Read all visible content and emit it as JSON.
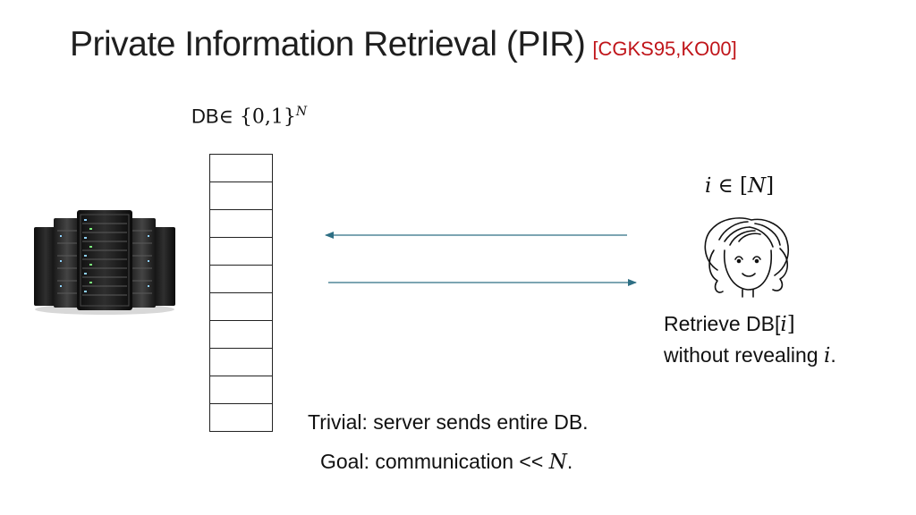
{
  "title": {
    "main": "Private Information Retrieval (PIR)",
    "citation": "[CGKS95,KO00]"
  },
  "db_label": {
    "prefix": "DB",
    "in_symbol": "∈",
    "set": " {0,1}",
    "exponent": "N"
  },
  "db_cells": 10,
  "client": {
    "index_var": "i",
    "index_rest": " ∈ [",
    "index_N": "N",
    "index_close": "]",
    "retrieve_text": "Retrieve DB[",
    "retrieve_var": "i",
    "retrieve_close": "]",
    "without_text": "without revealing ",
    "without_var": "i",
    "without_end": "."
  },
  "notes": {
    "trivial": "Trivial: server sends entire DB.",
    "goal_text": "Goal: communication << ",
    "goal_var": "N",
    "goal_end": "."
  },
  "colors": {
    "title": "#1f1f1f",
    "citation": "#c0151a",
    "arrow": "#2e6f84"
  },
  "icons": {
    "server": "server-rack-icon",
    "client": "girl-face-icon"
  }
}
